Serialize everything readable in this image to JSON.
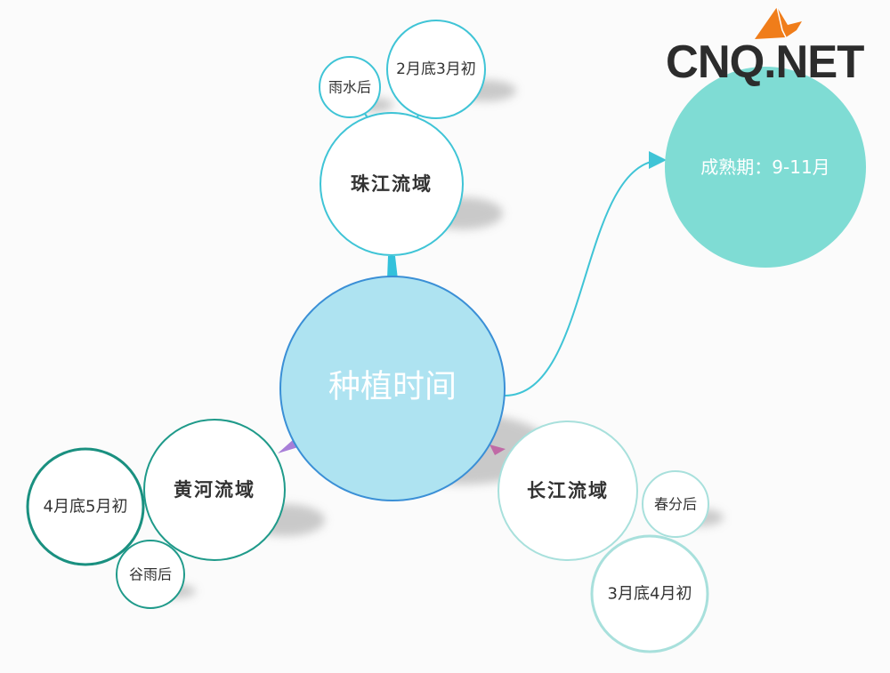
{
  "root": {
    "label": "种植时间"
  },
  "branches": [
    {
      "label": "珠江流域",
      "children": [
        "雨水后",
        "2月底3月初"
      ]
    },
    {
      "label": "黄河流域",
      "children": [
        "4月底5月初",
        "谷雨后"
      ]
    },
    {
      "label": "长江流域",
      "children": [
        "春分后",
        "3月底4月初"
      ]
    }
  ],
  "floating": {
    "label": "成熟期：9-11月"
  },
  "logo": {
    "text": "CNQ.NET"
  },
  "colors": {
    "root_fill": "#aee3f1",
    "root_stroke": "#3a8fd6",
    "mature_fill": "#7fdcd4",
    "pearl": "#3fc4d6",
    "yellow": "#1f9a8a",
    "yangtze": "#a8e0dc",
    "logo_orange": "#f07d1a"
  }
}
